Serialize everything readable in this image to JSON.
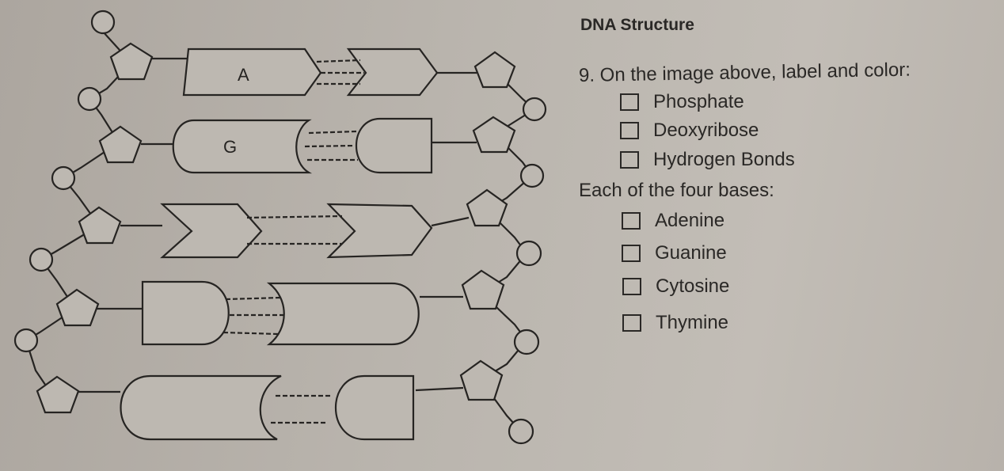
{
  "worksheet": {
    "title": "DNA Structure",
    "question": "9. On the image above, label and color:",
    "parts": [
      {
        "label": "Phosphate",
        "checked": false
      },
      {
        "label": "Deoxyribose",
        "checked": false
      },
      {
        "label": "Hydrogen Bonds",
        "checked": false
      }
    ],
    "bases_heading": "Each of the four bases:",
    "bases": [
      {
        "label": "Adenine",
        "checked": false
      },
      {
        "label": "Guanine",
        "checked": false
      },
      {
        "label": "Cytosine",
        "checked": false
      },
      {
        "label": "Thymine",
        "checked": false
      }
    ]
  },
  "diagram": {
    "base_labels": [
      "A",
      "G"
    ]
  }
}
